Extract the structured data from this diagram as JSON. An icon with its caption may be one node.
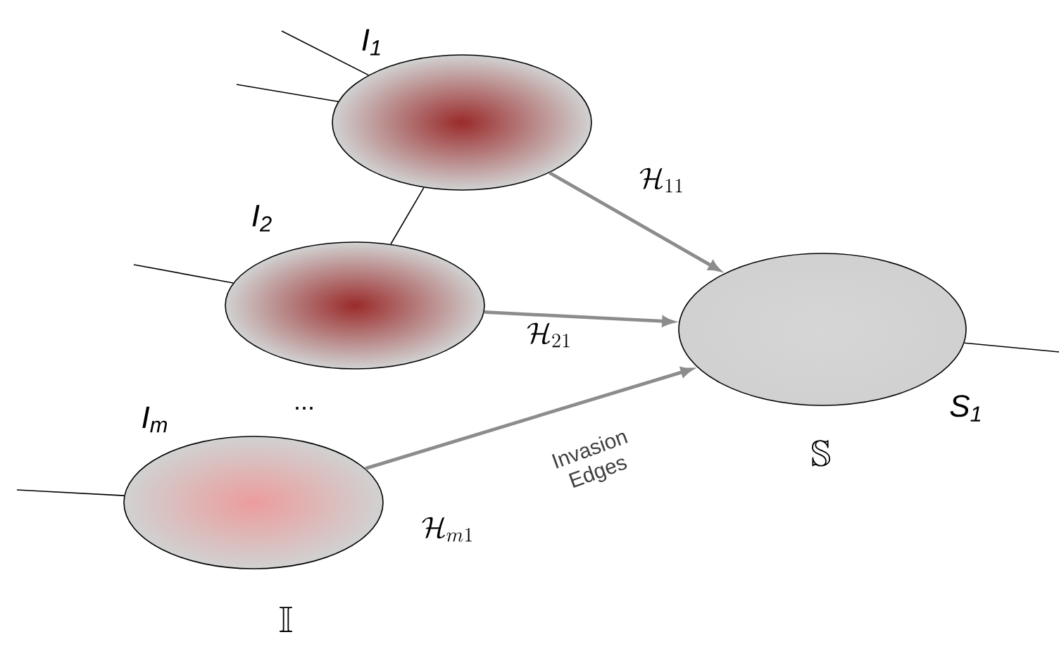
{
  "diagram": {
    "nodes": [
      {
        "text": [
          "I$_{1}$"
        ]
      },
      {
        "text": [
          "I$_{2}$"
        ]
      },
      {
        "text": [
          "I$_{m}$"
        ]
      },
      {
        "text": [
          "S$_{1}$"
        ],
        "beside": [
          "\\mathbb{S}"
        ]
      }
    ],
    "edges": [
      {
        "from": 0,
        "to": 3,
        "arrow": "to",
        "label": "\\mathcal{H}_{11}",
        "style": "thick",
        "color": "#8c8c8c"
      },
      {
        "from": 1,
        "to": 3,
        "arrow": "to",
        "label": "\\mathcal{H}_{21}",
        "style": "thick",
        "color": "#8c8c8c"
      },
      {
        "from": 2,
        "to": 3,
        "arrow": "to",
        "label": "\\mathcal{H}_{m1}",
        "style": "thick",
        "color": "#8c8c8c"
      },
      {
        "from": 0,
        "to": 1,
        "arrow": "none"
      },
      {
        "from": null,
        "to": 0,
        "arrow": "none"
      },
      {
        "from": null,
        "to": 0,
        "arrow": "none"
      },
      {
        "from": null,
        "to": 1,
        "arrow": "none"
      },
      {
        "from": null,
        "to": 2,
        "arrow": "none"
      },
      {
        "from": 3,
        "to": null,
        "arrow": "none"
      }
    ],
    "labels": [
      "...",
      "Invasion Edges",
      "\\mathbb{I}"
    ]
  }
}
